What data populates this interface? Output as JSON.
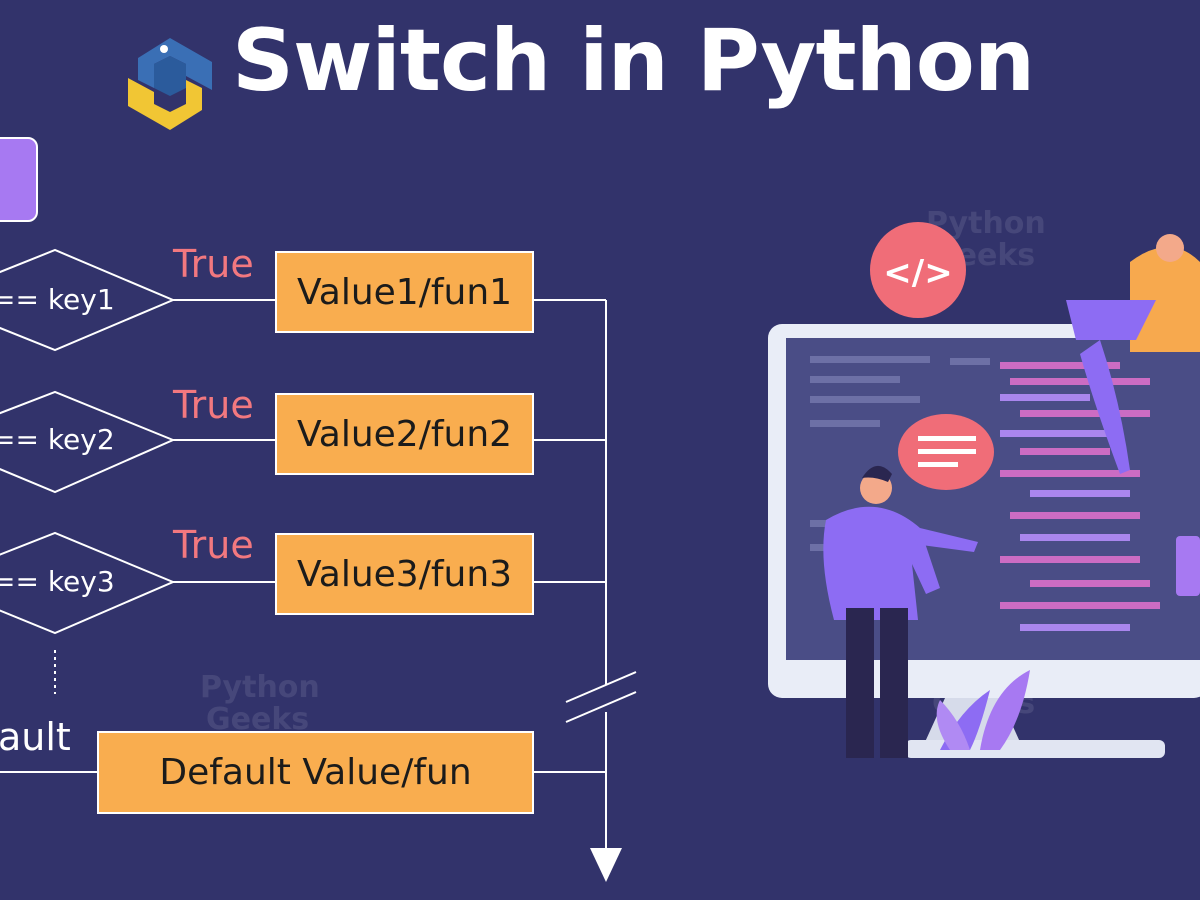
{
  "title": "Switch in Python",
  "flow": {
    "conditions": [
      "== key1",
      "== key2",
      "== key3"
    ],
    "true_label": "True",
    "values": [
      "Value1/fun1",
      "Value2/fun2",
      "Value3/fun3"
    ],
    "default_label": "ault",
    "default_value": "Default Value/fun"
  },
  "code_badge": "</>",
  "watermark": {
    "line1": "Python",
    "line2": "Geeks"
  },
  "colors": {
    "background": "#32336b",
    "value_box": "#f9ad4f",
    "true_text": "#f2787f",
    "start_box": "#a779f2",
    "accent_purple": "#8d6cf3"
  }
}
